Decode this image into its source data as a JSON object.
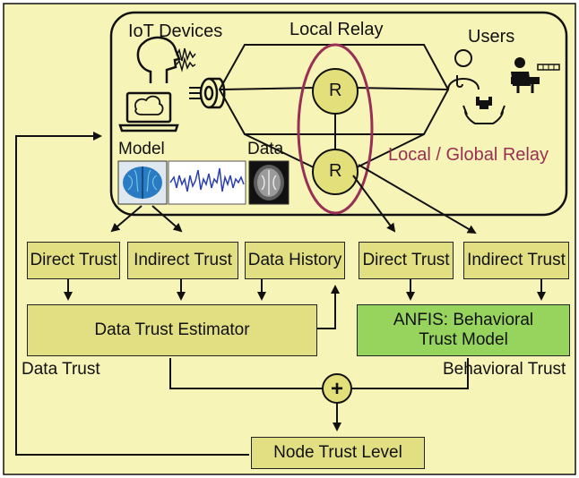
{
  "colors": {
    "background": "#f7f4b7",
    "box_fill": "#e2df82",
    "relay_fill": "#e3e07b",
    "anfis_fill": "#97d45e",
    "oval_stroke": "#9a2f55",
    "global_relay_text": "#9a2f55",
    "line": "#111111"
  },
  "cloud": {
    "iot_devices_label": "IoT Devices",
    "local_relay_label": "Local Relay",
    "users_label": "Users",
    "model_label": "Model",
    "data_label": "Data",
    "global_relay_label": "Local / Global Relay",
    "relay_symbol_top": "R",
    "relay_symbol_bottom": "R",
    "device_icons": [
      "head-sensor-icon",
      "signal-wave-icon",
      "laptop-brain-icon",
      "mri-scanner-icon"
    ],
    "user_icons": [
      "doctor-icon",
      "researcher-icon",
      "care-hands-icon"
    ],
    "model_images": [
      "brain-scan-image",
      "eeg-signal-image",
      "mri-slice-image"
    ]
  },
  "boxes": {
    "direct_trust_left": "Direct Trust",
    "indirect_trust_left": "Indirect Trust",
    "data_history": "Data History",
    "direct_trust_right": "Direct Trust",
    "indirect_trust_right": "Indirect Trust",
    "data_trust_estimator": "Data Trust Estimator",
    "anfis_line1": "ANFIS: Behavioral",
    "anfis_line2": "Trust Model",
    "node_trust_level": "Node Trust Level"
  },
  "labels": {
    "data_trust": "Data Trust",
    "behavioral_trust": "Behavioral Trust",
    "combine_symbol": "+"
  }
}
